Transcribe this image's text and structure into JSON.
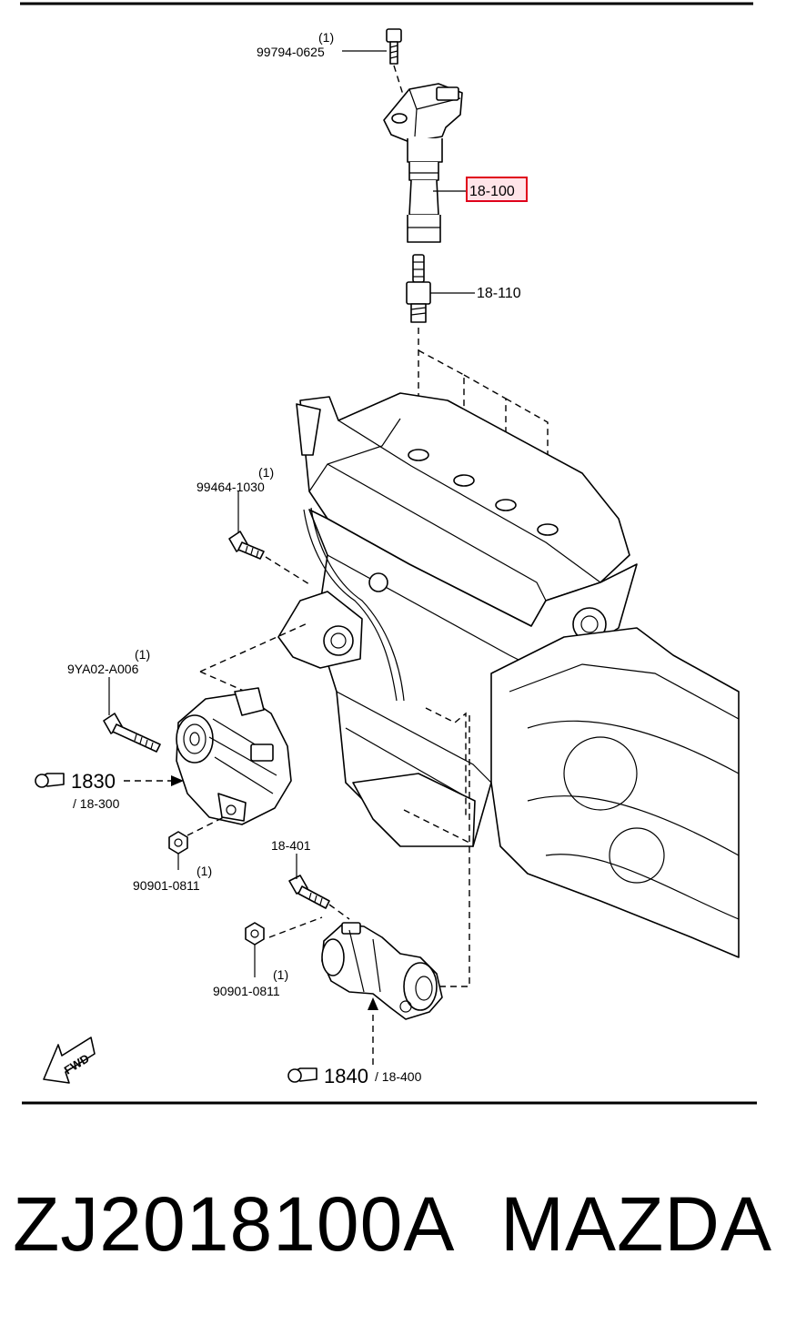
{
  "labels": {
    "qty_bolt_top": "(1)",
    "bolt_top": "99794-0625",
    "coil": "18-100",
    "plug": "18-110",
    "qty_bolt_mid": "(1)",
    "bolt_mid": "99464-1030",
    "qty_alt_bolt": "(1)",
    "alt_bolt": "9YA02-A006",
    "alt_ref_num": "1830",
    "alt_ref_sub": "/ 18-300",
    "alt_nut": "90901-0811",
    "qty_alt_nut": "(1)",
    "starter_bolt": "18-401",
    "starter_nut": "90901-0811",
    "qty_starter_nut": "(1)",
    "starter_ref_num": "1840",
    "starter_ref_sub": "/ 18-400",
    "fwd": "FWD"
  },
  "highlight_color": "#e0001b",
  "highlight_fill": "#ffe4e8",
  "footer": {
    "part_number": "ZJ2018100A",
    "brand": "MAZDA"
  }
}
